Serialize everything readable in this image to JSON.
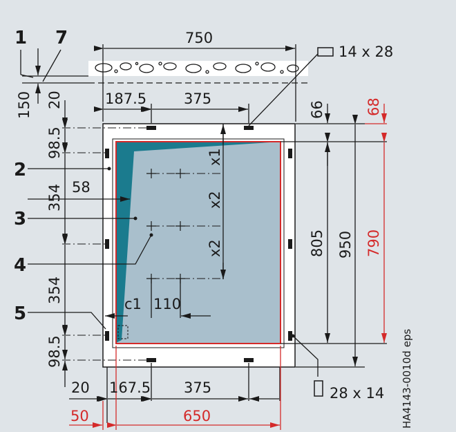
{
  "callouts": [
    "1",
    "7",
    "2",
    "3",
    "4",
    "5"
  ],
  "top": {
    "overall": "750",
    "left_offset": "187.5",
    "spacing": "375",
    "slot": "14 x 28"
  },
  "left": {
    "d150": "150",
    "d20": "20",
    "d98a": "98.5",
    "d354a": "354",
    "d354b": "354",
    "d98b": "98.5",
    "d58": "58"
  },
  "right": {
    "d66": "66",
    "d68": "68",
    "d805": "805",
    "d950": "950",
    "d790": "790"
  },
  "panel": {
    "x1": "x1",
    "x2a": "x2",
    "x2b": "x2",
    "c1": "c1",
    "d110": "110"
  },
  "bottom": {
    "d20": "20",
    "d167": "167.5",
    "d375": "375",
    "d50": "50",
    "d650": "650",
    "slot": "28 x 14"
  },
  "file_ref": "HA4143-0010d eps",
  "colors": {
    "frame": "#1a1a1a",
    "panel_fill": "#a9bfcc",
    "wedge": "#1b7b8e",
    "red": "#d42a2a",
    "background": "#dfe4e8"
  }
}
